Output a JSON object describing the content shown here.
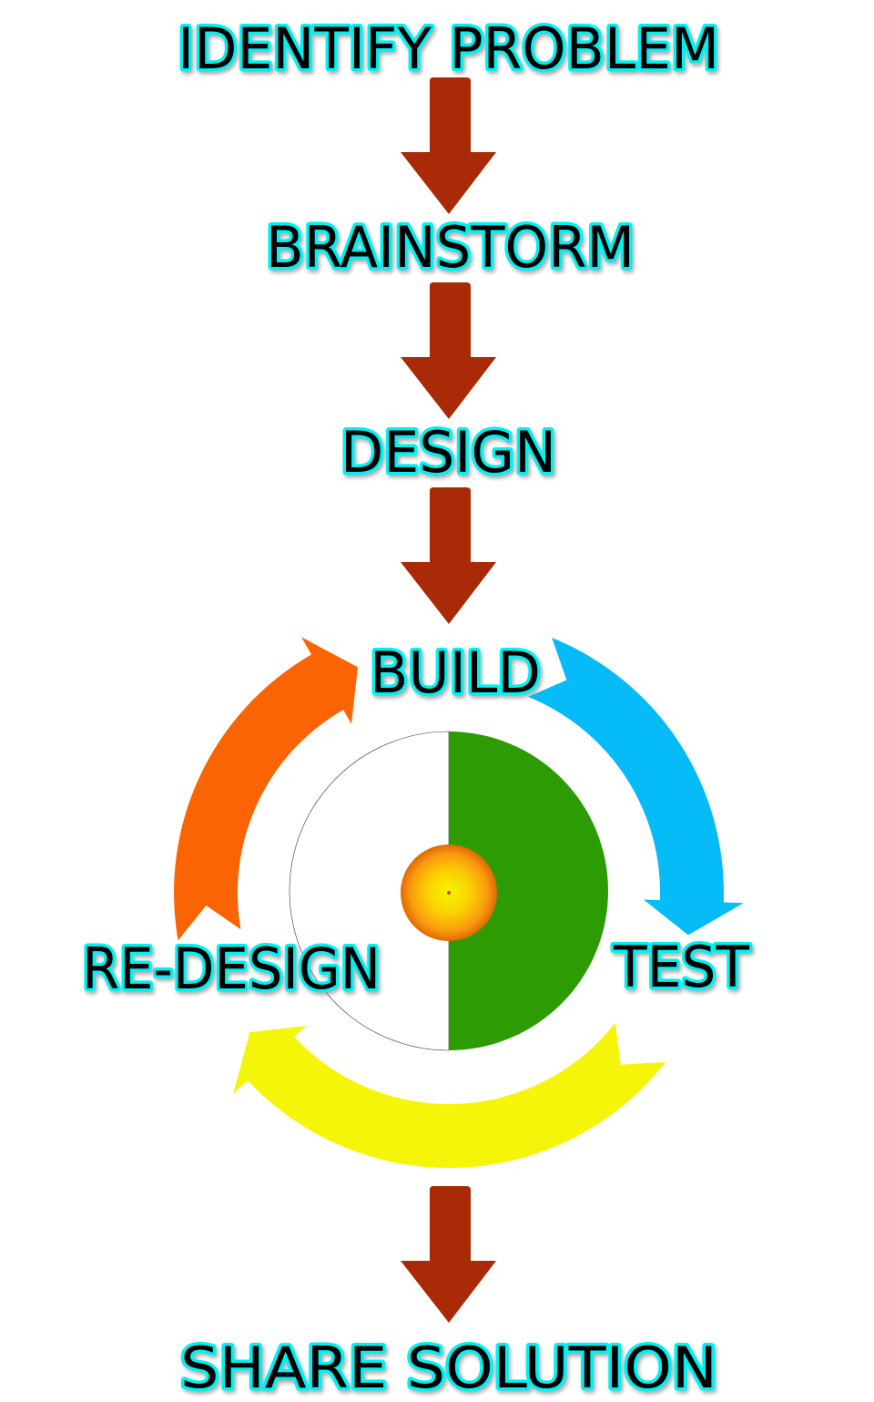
{
  "steps": {
    "identify": "IDENTIFY PROBLEM",
    "brainstorm": "BRAINSTORM",
    "design": "DESIGN",
    "build": "BUILD",
    "test": "TEST",
    "redesign": "RE-DESIGN",
    "share": "SHARE SOLUTION"
  },
  "colors": {
    "arrow": "#a82a06",
    "label_outline": "#00f0f0",
    "cycle_build_to_test": "#05bbf8",
    "cycle_test_to_redesign": "#f5f50a",
    "cycle_redesign_to_build": "#fb6404",
    "center_half": "#2d9b04"
  }
}
